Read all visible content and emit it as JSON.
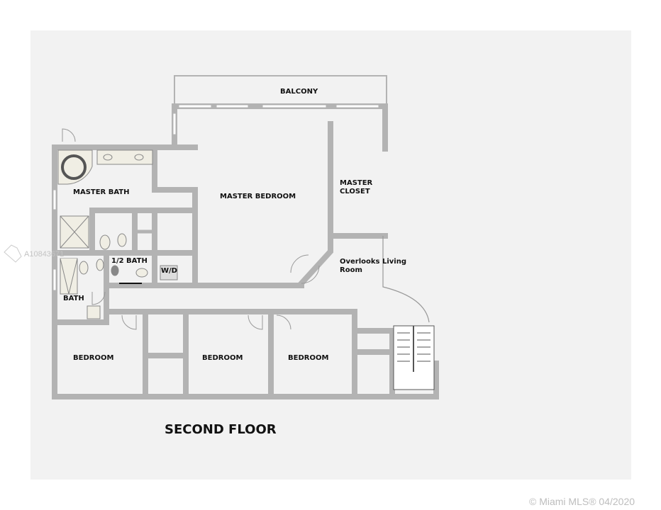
{
  "title": "SECOND FLOOR",
  "rooms": {
    "balcony": "BALCONY",
    "master_bath": "MASTER BATH",
    "master_bedroom": "MASTER BEDROOM",
    "master_closet": "MASTER\nCLOSET",
    "overlooks": "Overlooks Living\nRoom",
    "half_bath": "1/2 BATH",
    "wd": "W/D",
    "bath": "BATH",
    "bedroom1": "BEDROOM",
    "bedroom2": "BEDROOM",
    "bedroom3": "BEDROOM"
  },
  "watermark": {
    "listing_id": "A10843671",
    "copyright": "© Miami MLS® 04/2020"
  },
  "colors": {
    "wall": "#b3b3b3",
    "panel": "#f2f2f2",
    "fixture": "#f0eee4"
  }
}
